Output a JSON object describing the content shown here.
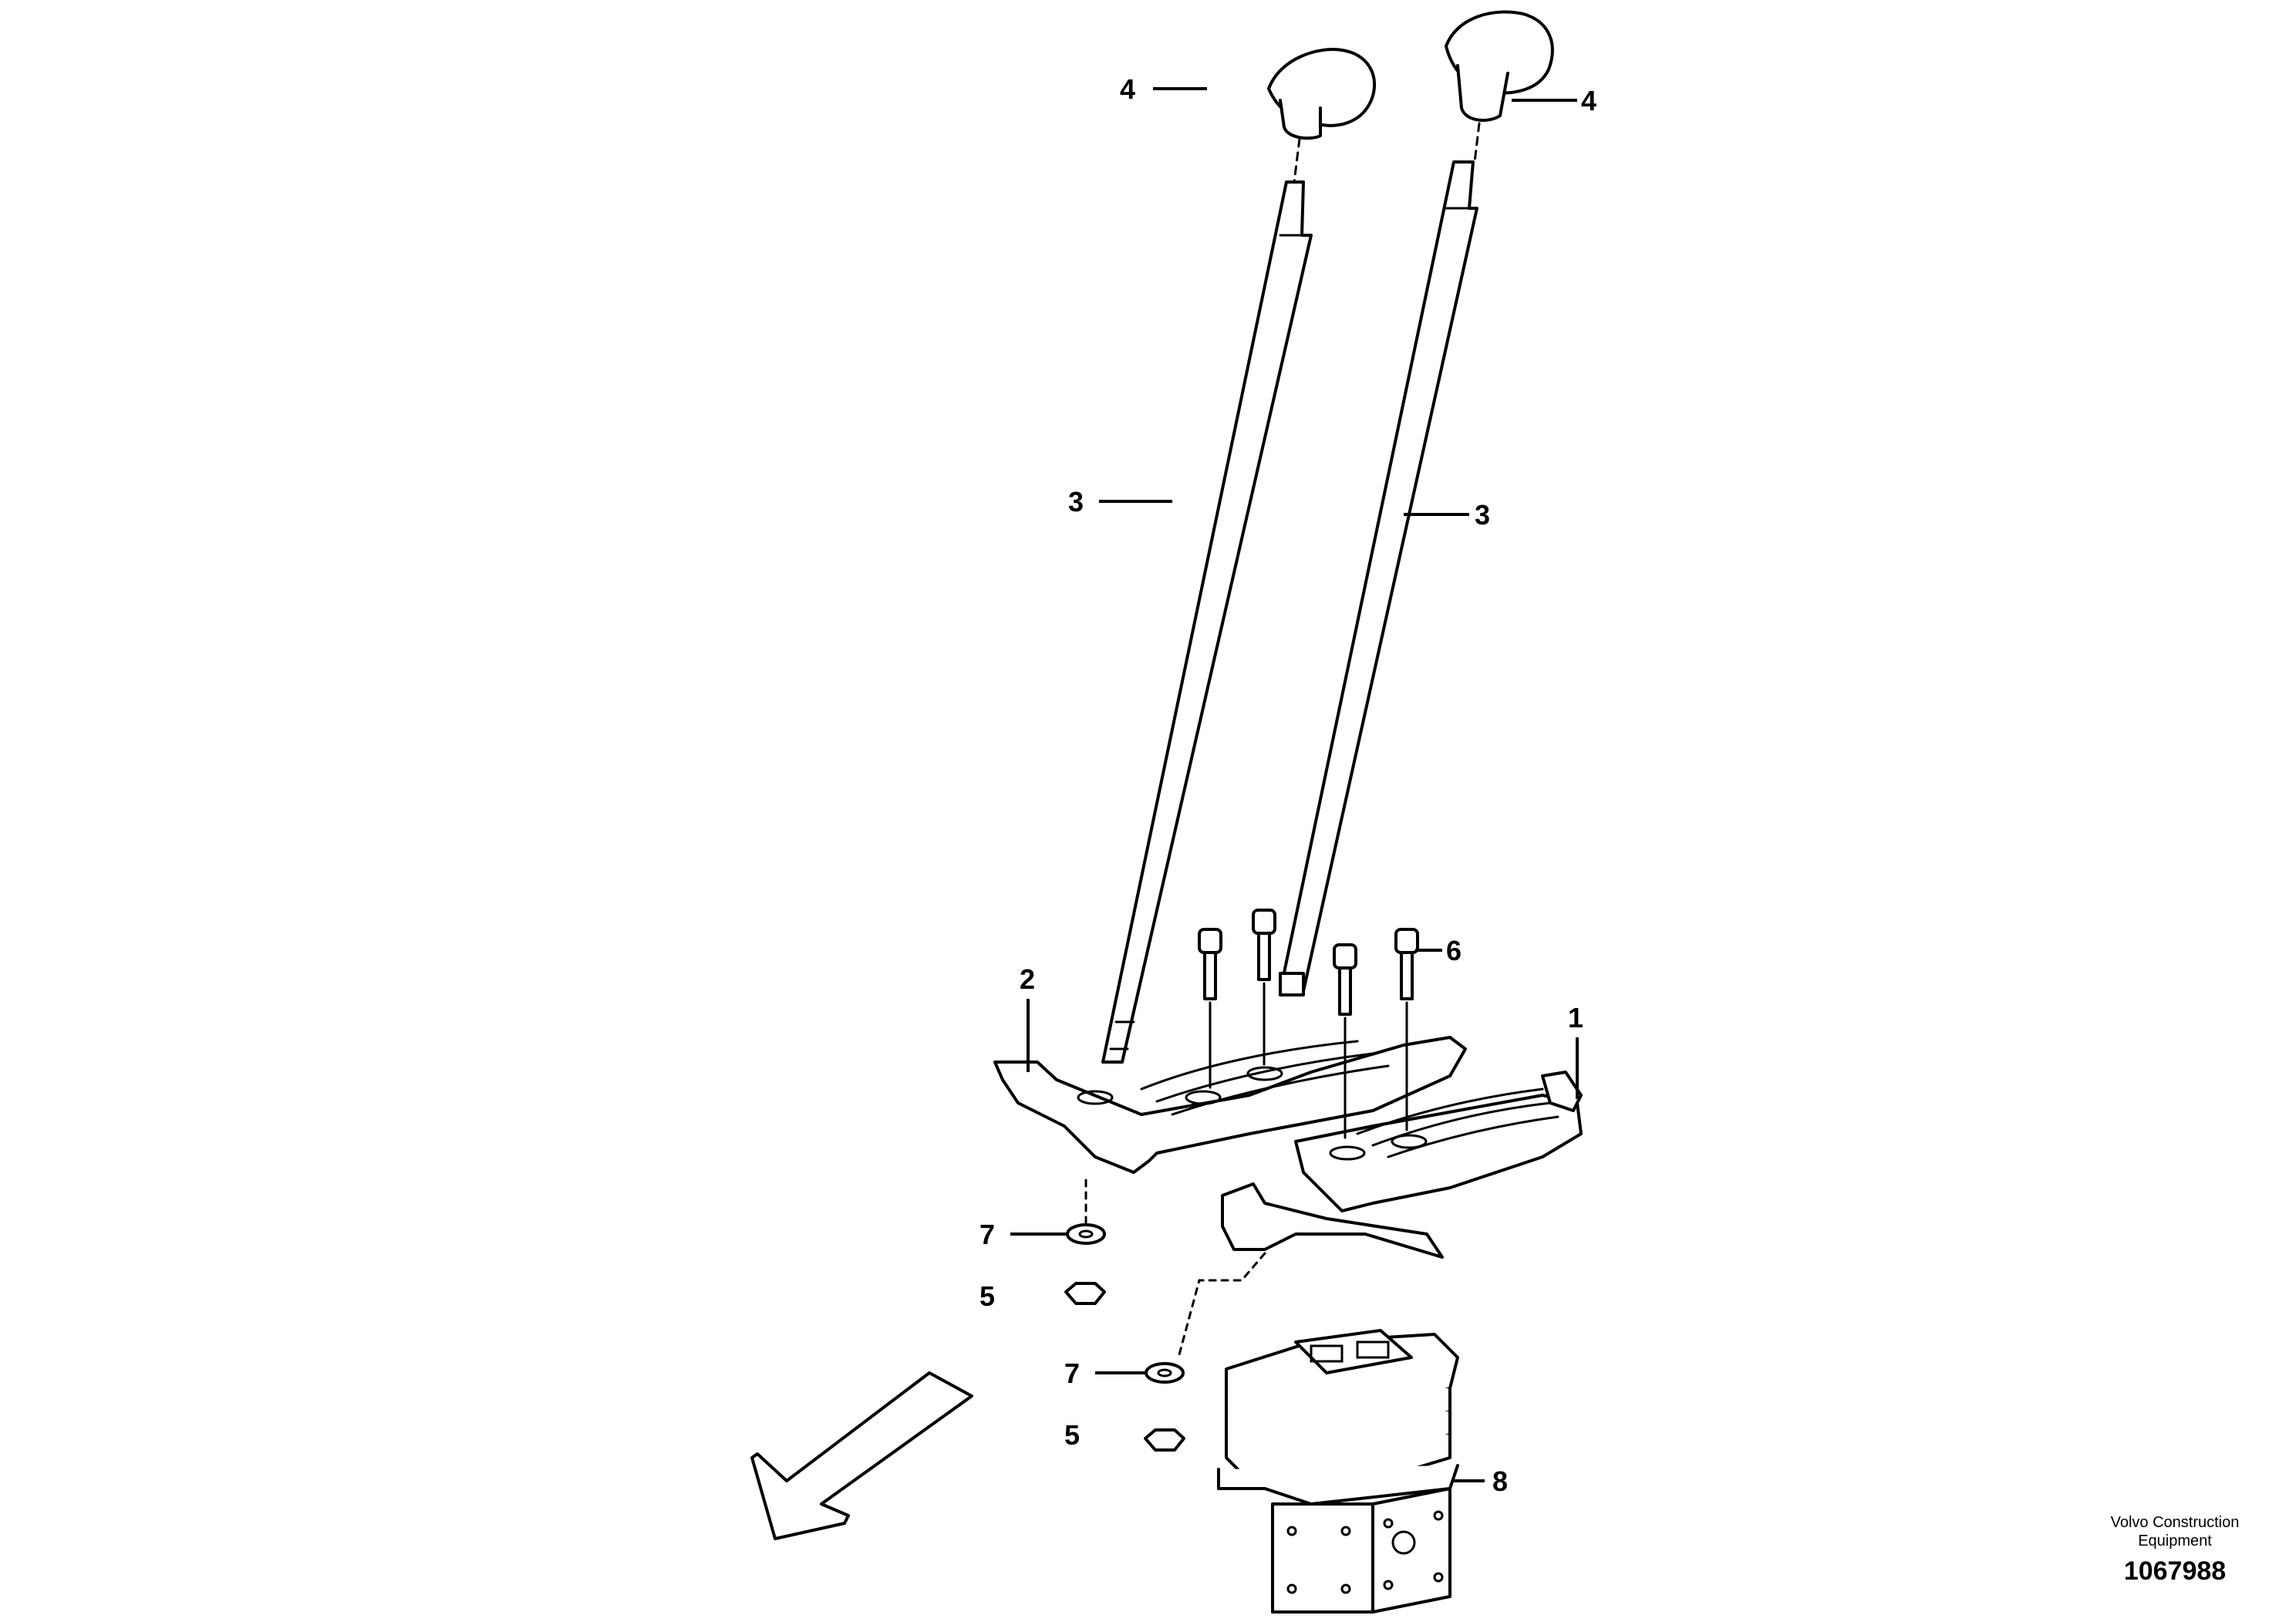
{
  "callouts": {
    "c1": "1",
    "c2": "2",
    "c3_left": "3",
    "c3_right": "3",
    "c4_left": "4",
    "c4_right": "4",
    "c5_upper": "5",
    "c5_lower": "5",
    "c6": "6",
    "c7_upper": "7",
    "c7_lower": "7",
    "c8": "8"
  },
  "footer": {
    "company_line1": "Volvo Construction",
    "company_line2": "Equipment",
    "drawing_number": "1067988"
  },
  "colors": {
    "line": "#000000",
    "background": "#ffffff"
  }
}
